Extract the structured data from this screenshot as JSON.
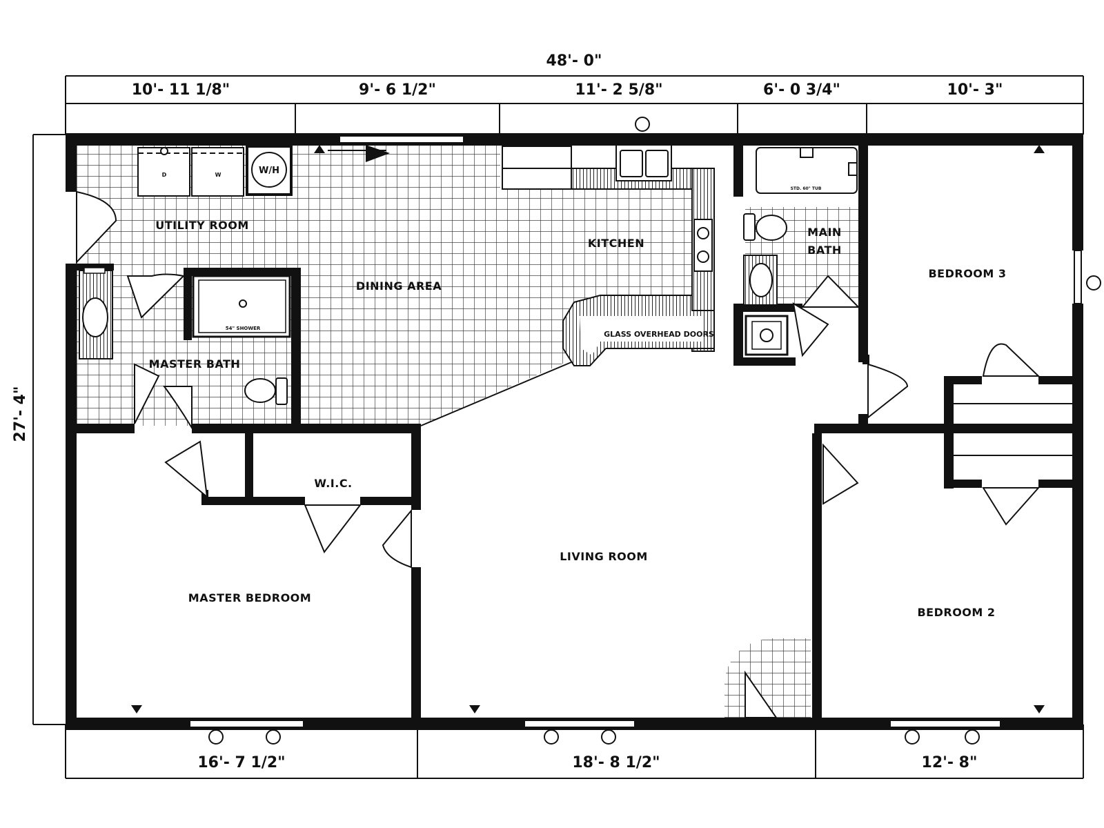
{
  "dimensions": {
    "overall_width": "48'- 0\"",
    "overall_depth": "27'- 4\"",
    "top": [
      "10'- 11 1/8\"",
      "9'- 6 1/2\"",
      "11'- 2 5/8\"",
      "6'- 0 3/4\"",
      "10'- 3\""
    ],
    "bottom": [
      "16'- 7 1/2\"",
      "18'- 8 1/2\"",
      "12'- 8\""
    ]
  },
  "rooms": {
    "utility_room": "UTILITY ROOM",
    "dining_area": "DINING AREA",
    "kitchen": "KITCHEN",
    "main_bath_line1": "MAIN",
    "main_bath_line2": "BATH",
    "bedroom_3": "BEDROOM 3",
    "glass_doors": "GLASS OVERHEAD DOORS",
    "master_bath": "MASTER BATH",
    "wic": "W.I.C.",
    "living_room": "LIVING ROOM",
    "master_bedroom": "MASTER BEDROOM",
    "bedroom_2": "BEDROOM 2"
  },
  "fixtures": {
    "water_heater": "W/H",
    "dryer": "D",
    "washer": "W",
    "shower": "54\" SHOWER",
    "tub": "STD. 60\" TUB"
  },
  "colors": {
    "line": "#111111",
    "paper": "#ffffff"
  }
}
